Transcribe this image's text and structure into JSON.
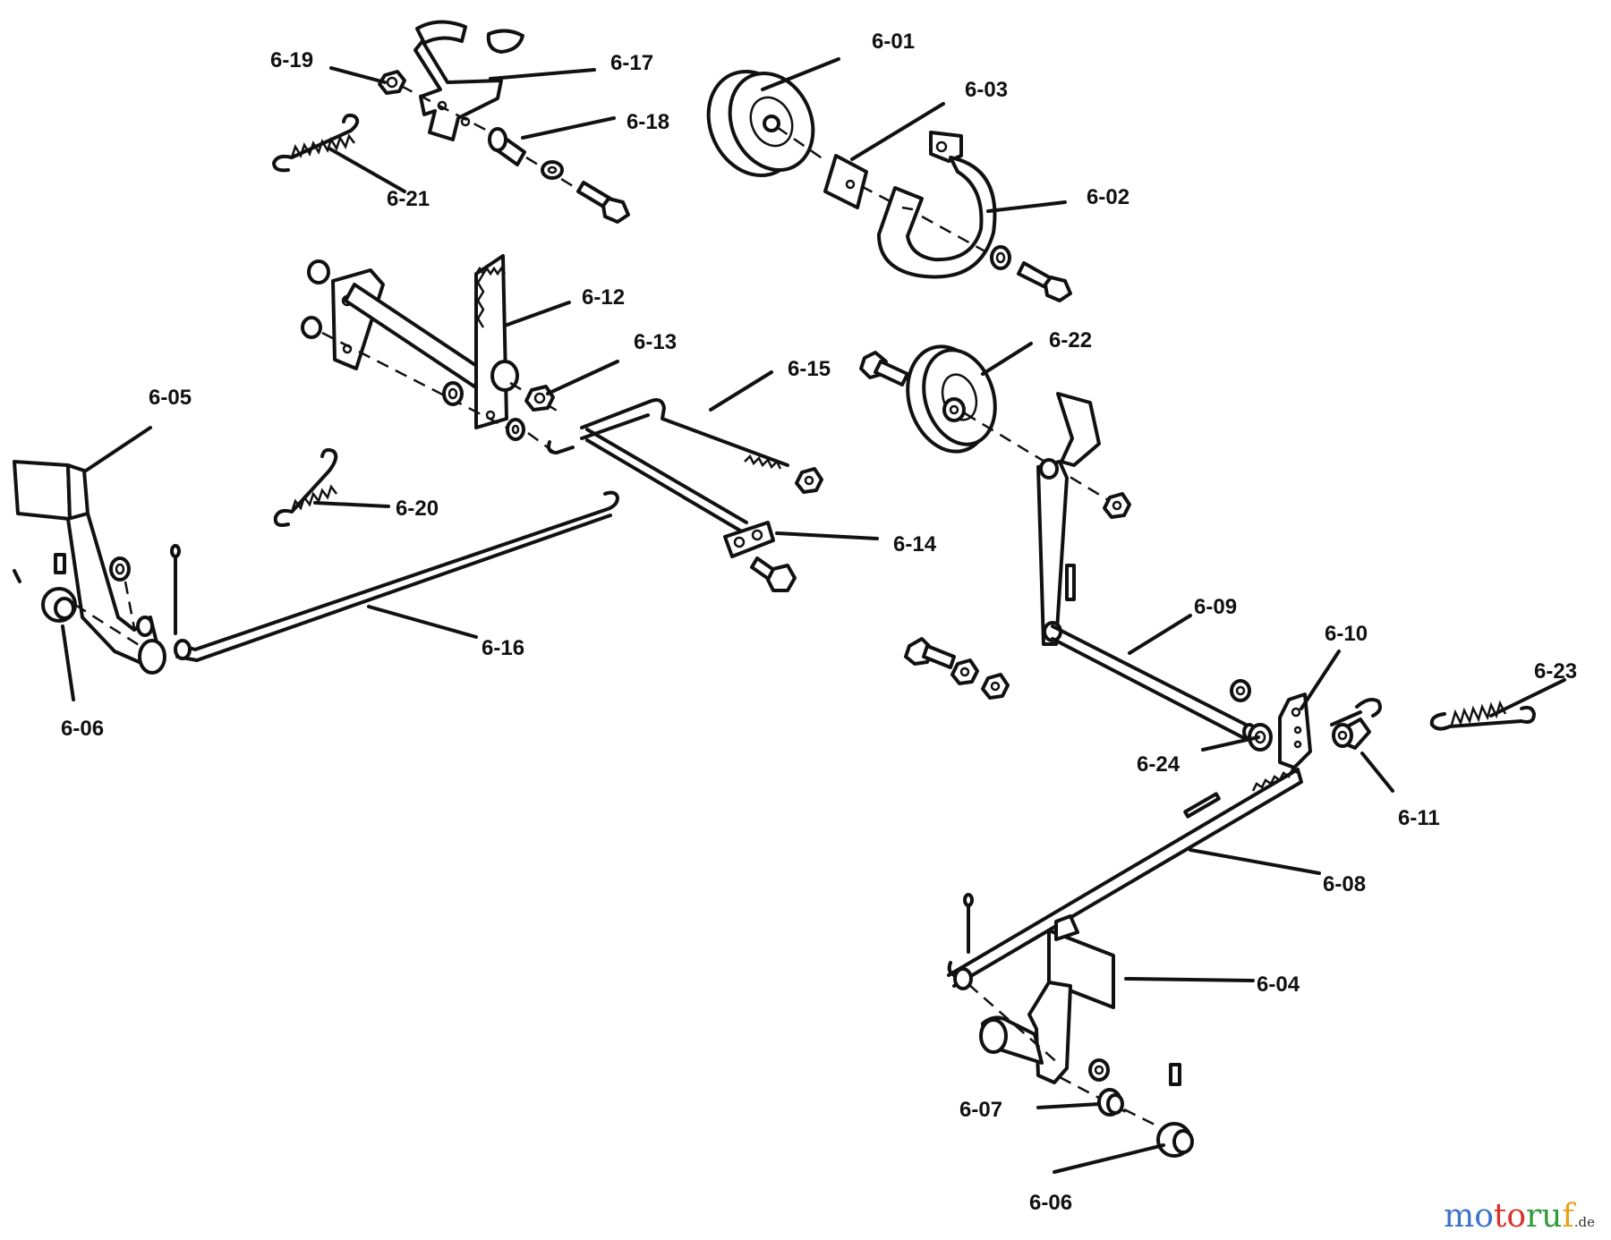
{
  "parts": [
    {
      "id": "p601",
      "label": "6-01"
    },
    {
      "id": "p602",
      "label": "6-02"
    },
    {
      "id": "p603",
      "label": "6-03"
    },
    {
      "id": "p604",
      "label": "6-04"
    },
    {
      "id": "p605",
      "label": "6-05"
    },
    {
      "id": "p606a",
      "label": "6-06"
    },
    {
      "id": "p606b",
      "label": "6-06"
    },
    {
      "id": "p607",
      "label": "6-07"
    },
    {
      "id": "p608",
      "label": "6-08"
    },
    {
      "id": "p609",
      "label": "6-09"
    },
    {
      "id": "p610",
      "label": "6-10"
    },
    {
      "id": "p611",
      "label": "6-11"
    },
    {
      "id": "p612",
      "label": "6-12"
    },
    {
      "id": "p613",
      "label": "6-13"
    },
    {
      "id": "p614",
      "label": "6-14"
    },
    {
      "id": "p615",
      "label": "6-15"
    },
    {
      "id": "p616",
      "label": "6-16"
    },
    {
      "id": "p617",
      "label": "6-17"
    },
    {
      "id": "p618",
      "label": "6-18"
    },
    {
      "id": "p619",
      "label": "6-19"
    },
    {
      "id": "p620",
      "label": "6-20"
    },
    {
      "id": "p621",
      "label": "6-21"
    },
    {
      "id": "p622",
      "label": "6-22"
    },
    {
      "id": "p623",
      "label": "6-23"
    },
    {
      "id": "p624",
      "label": "6-24"
    }
  ],
  "watermark": {
    "part1": "mo",
    "part2": "to",
    "part3": "ru",
    "part4": "f",
    "tld": ".de"
  }
}
